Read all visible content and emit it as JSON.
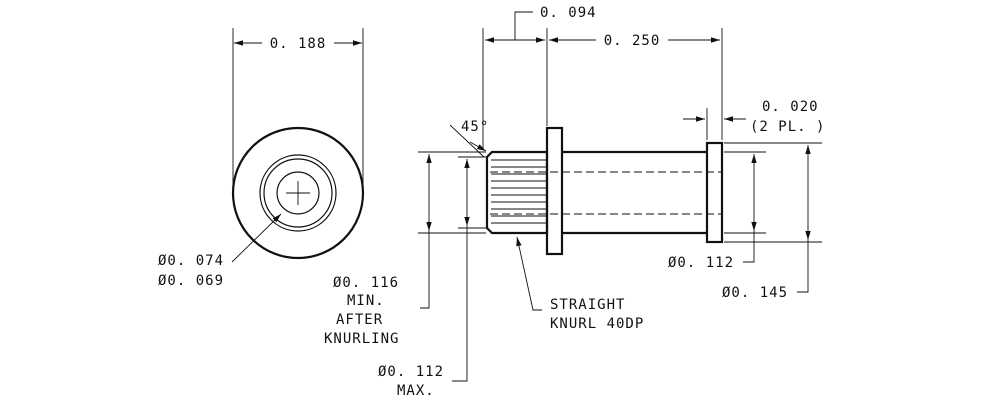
{
  "dimensions": {
    "top_width": "0. 188",
    "shoulder": "0. 094",
    "length": "0. 250",
    "flange_thk": "0. 020",
    "flange_thk_note": "(2 PL. )",
    "chamfer": "45°",
    "bore_max": "Ø0. 074",
    "bore_min": "Ø0. 069",
    "knurl_dia_value": "Ø0. 116",
    "knurl_dia_l1": "MIN.",
    "knurl_dia_l2": "AFTER",
    "knurl_dia_l3": "KNURLING",
    "body_dia": "Ø0. 112",
    "flange_dia": "Ø0. 145",
    "pre_knurl_value": "Ø0. 112",
    "pre_knurl_note": "MAX."
  },
  "notes": {
    "knurl_l1": "STRAIGHT",
    "knurl_l2": "KNURL 40DP"
  }
}
